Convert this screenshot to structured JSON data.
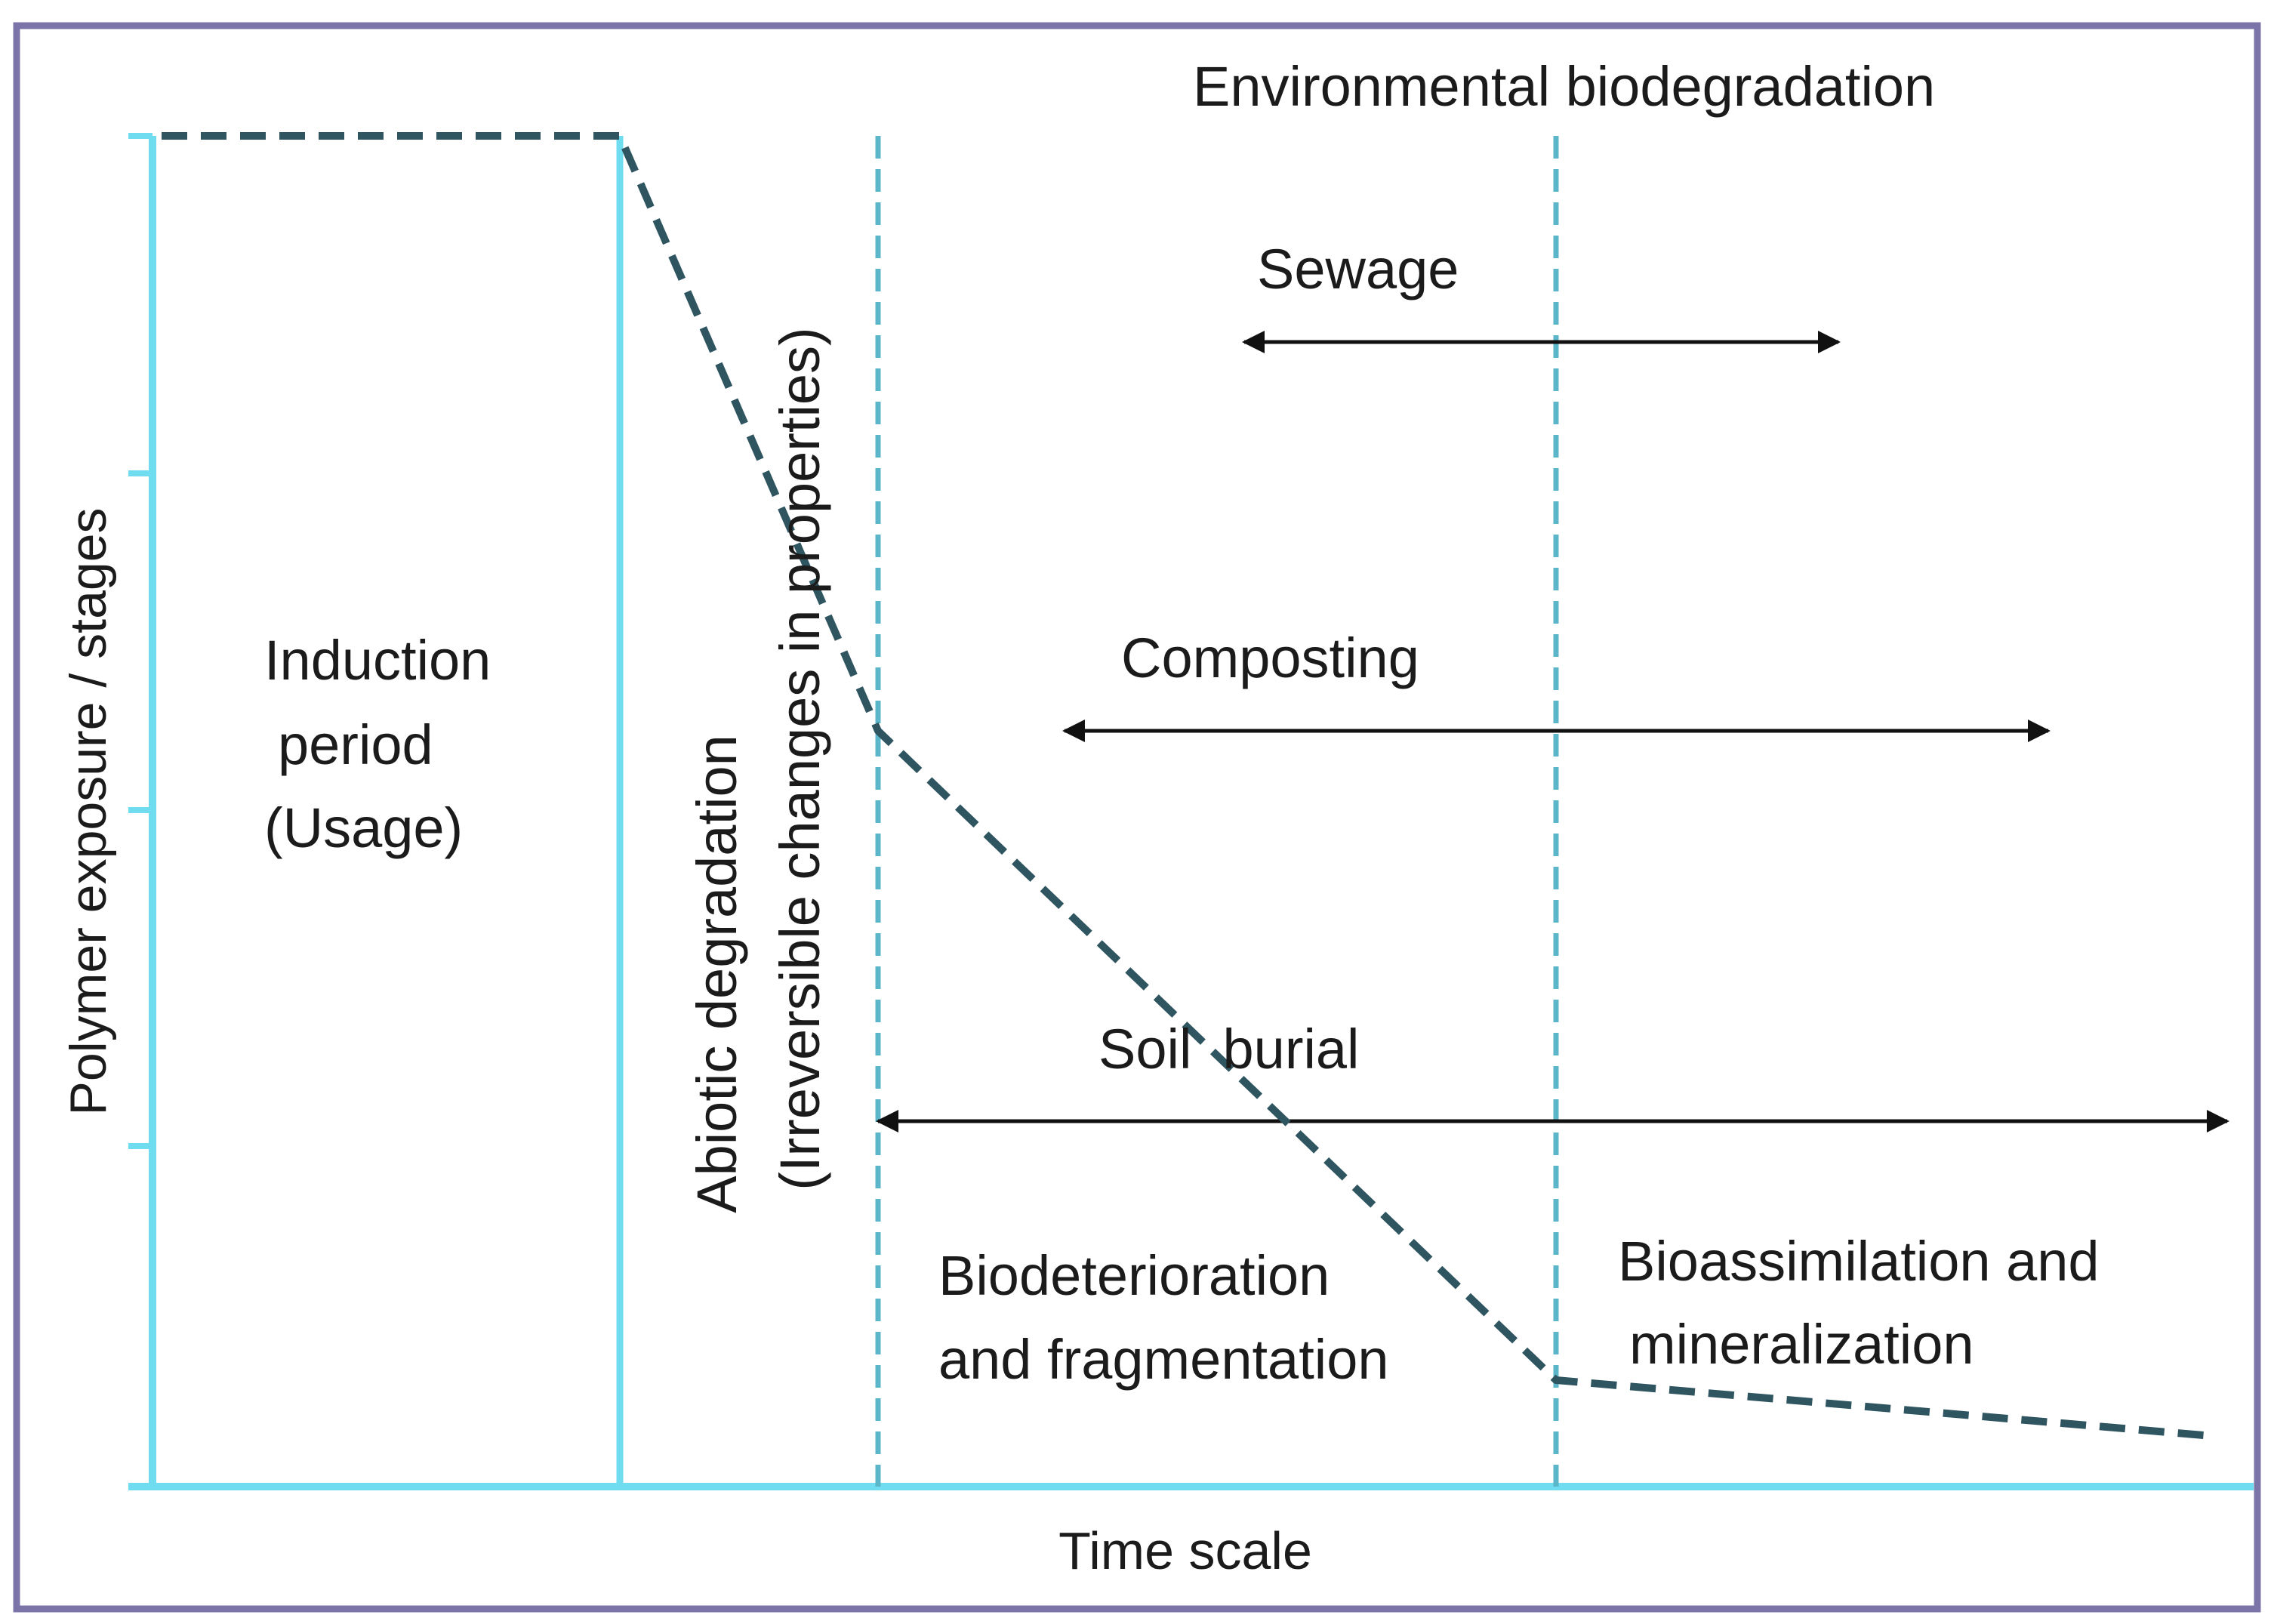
{
  "diagram": {
    "title": "Environmental biodegradation",
    "axes": {
      "y_label": "Polymer exposure  / stages",
      "x_label": "Time scale"
    },
    "stages": {
      "induction": [
        "Induction",
        "period",
        "(Usage)"
      ],
      "abiotic": [
        "Abiotic degradation",
        "(Irreversible changes in properties)"
      ],
      "biodeterioration": [
        "Biodeterioration",
        "and fragmentation"
      ],
      "bioassimilation": [
        "Bioassimilation and",
        "mineralization"
      ]
    },
    "environments": {
      "sewage": "Sewage",
      "composting": "Composting",
      "soil_burial": "Soil  burial"
    },
    "colors": {
      "frame_border": "#7a74a8",
      "axis": "#6fdcef",
      "stage_divider_dashed": "#5bb6c9",
      "degradation_curve": "#2f5560",
      "arrow": "#111111",
      "text": "#1b1b1b"
    }
  }
}
